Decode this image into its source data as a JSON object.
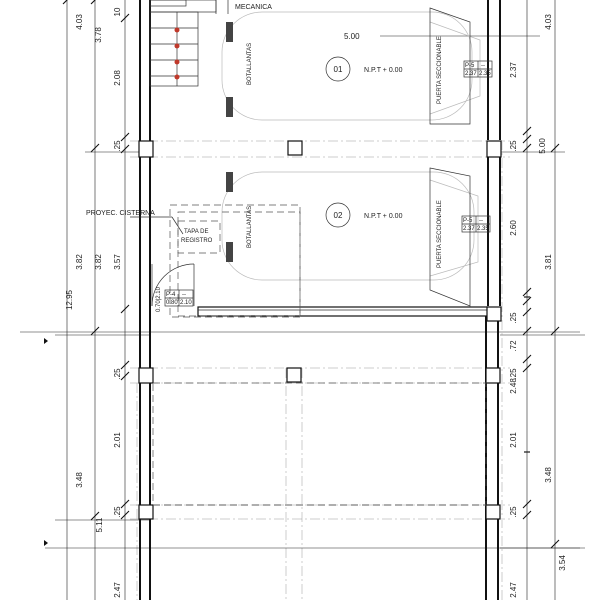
{
  "rooms": {
    "label_mecanica": "MECANICA",
    "room_1": {
      "number": "01",
      "level": "N.P.T + 0.00"
    },
    "room_2": {
      "number": "02",
      "level": "N.P.T + 0.00"
    }
  },
  "labels": {
    "door_1": "PUERTA SECCIONABLE",
    "door_2": "PUERTA SECCIONABLE",
    "bumper_1": "BOTALLANTAS",
    "bumper_2": "BOTALLANTAS",
    "cistern": "PROYEC. CISTERNA",
    "lid_line1": "TAPA DE",
    "lid_line2": "REGISTRO",
    "door_tag_a": "0.70|2.10"
  },
  "door_schedule": {
    "p5_a": {
      "tag": "P-5",
      "sub": "--",
      "w": "2.37",
      "h": "2.35"
    },
    "p5_b": {
      "tag": "P-5",
      "sub": "--",
      "w": "2.37",
      "h": "2.35"
    },
    "p4": {
      "tag": "P-4",
      "sub": "--",
      "w": "0.80",
      "h": "2.10"
    }
  },
  "dimensions": {
    "top_width": "5.00",
    "left_outer": "12.95",
    "left_mid": [
      "4.03",
      "3.82",
      "3.48",
      "5.11"
    ],
    "left_inner": [
      "3.78",
      "2.08",
      ".25",
      "3.82",
      "3.57",
      ".25",
      "2.01",
      ".25",
      "2.47"
    ],
    "left_top": "10",
    "right_inner": [
      "2.37",
      ".25",
      "2.60",
      ".25",
      ".72",
      ".25",
      "2.48",
      "2.01",
      ".25",
      "2.47"
    ],
    "right_outer": [
      "4.03",
      "5.00",
      "3.81",
      "3.48",
      "3.54"
    ]
  }
}
